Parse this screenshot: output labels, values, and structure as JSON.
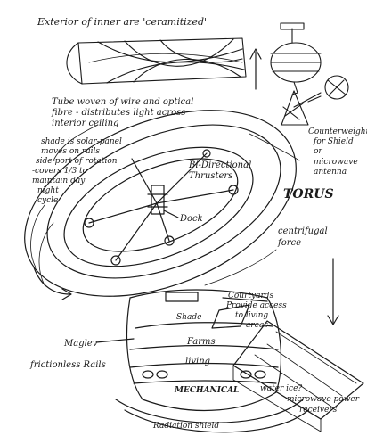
{
  "labels": {
    "exterior": "Exterior of inner are 'ceramitized'",
    "tube_1": "Tube woven of wire and optical",
    "tube_2": "fibre - distributes light across",
    "tube_3": "interior ceiling",
    "shade_1": "shade is solar-panel",
    "shade_2": "moves on rails",
    "shade_3": "side-port of rotation",
    "shade_4": "-covers 1/3 to",
    "shade_5": "maintain day",
    "shade_6": "night",
    "shade_7": "cycle",
    "bi_directional_1": "Bi-Directional",
    "bi_directional_2": "Thrusters",
    "dock": "Dock",
    "counterweight_1": "Counterweight",
    "counterweight_2": "for Shield",
    "counterweight_3": "or",
    "counterweight_4": "microwave",
    "counterweight_5": "antenna",
    "torus": "TORUS",
    "centrifugal_1": "centrifugal",
    "centrifugal_2": "force",
    "courtyards_1": "Courtyards",
    "courtyards_2": "Provide access",
    "courtyards_3": "to living",
    "courtyards_4": "areas",
    "shade_small": "Shade",
    "farms": "Farms",
    "living": "living",
    "mechanical": "MECHANICAL",
    "maglev_1": "Maglev",
    "maglev_2": "frictionless Rails",
    "water_ice": "water ice?",
    "microwave_power_1": "microwave power",
    "microwave_power_2": "receivers",
    "radiation_shield": "Radiation shield"
  }
}
